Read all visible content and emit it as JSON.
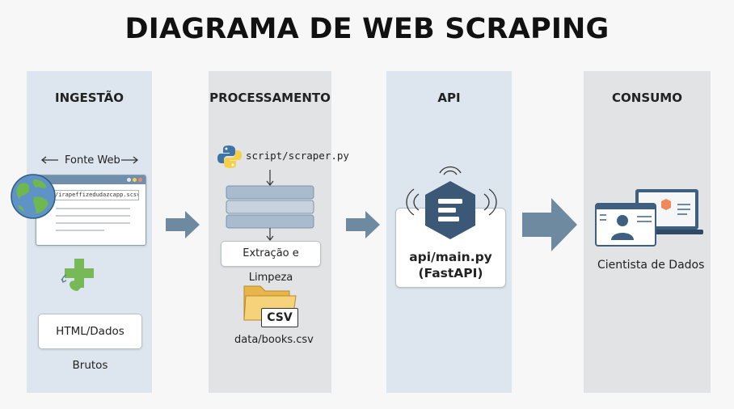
{
  "title": "DIAGRAMA DE WEB SCRAPING",
  "stages": {
    "ingestao": {
      "title": "INGESTÃO",
      "source_label": "Fonte Web",
      "url_text": "/irapeffizedudazcapp.scsv",
      "output_label": "HTML/Dados Brutos"
    },
    "processamento": {
      "title": "PROCESSAMENTO",
      "script_label": "script/scraper.py",
      "step_label": "Extração e Limpeza",
      "file_badge": "CSV",
      "file_label": "data/books.csv"
    },
    "api": {
      "title": "API",
      "service_label_line1": "api/main.py",
      "service_label_line2": "(FastAPI)"
    },
    "consumo": {
      "title": "CONSUMO",
      "consumer_label": "Cientista de Dados"
    }
  },
  "colors": {
    "column_blue": "#dde6ee",
    "column_gray": "#e1e3e5",
    "arrow": "#6e8aa1",
    "api_hex": "#3b5876",
    "folder": "#f1c75e",
    "python_blue": "#3c73a8",
    "python_yellow": "#f6cf45",
    "puzzle_green": "#77b957"
  },
  "icons": [
    "globe-icon",
    "browser-window-icon",
    "puzzle-icon",
    "python-icon",
    "folder-icon",
    "api-hexagon-icon",
    "signal-waves-icon",
    "laptop-icon",
    "user-avatar-icon"
  ]
}
